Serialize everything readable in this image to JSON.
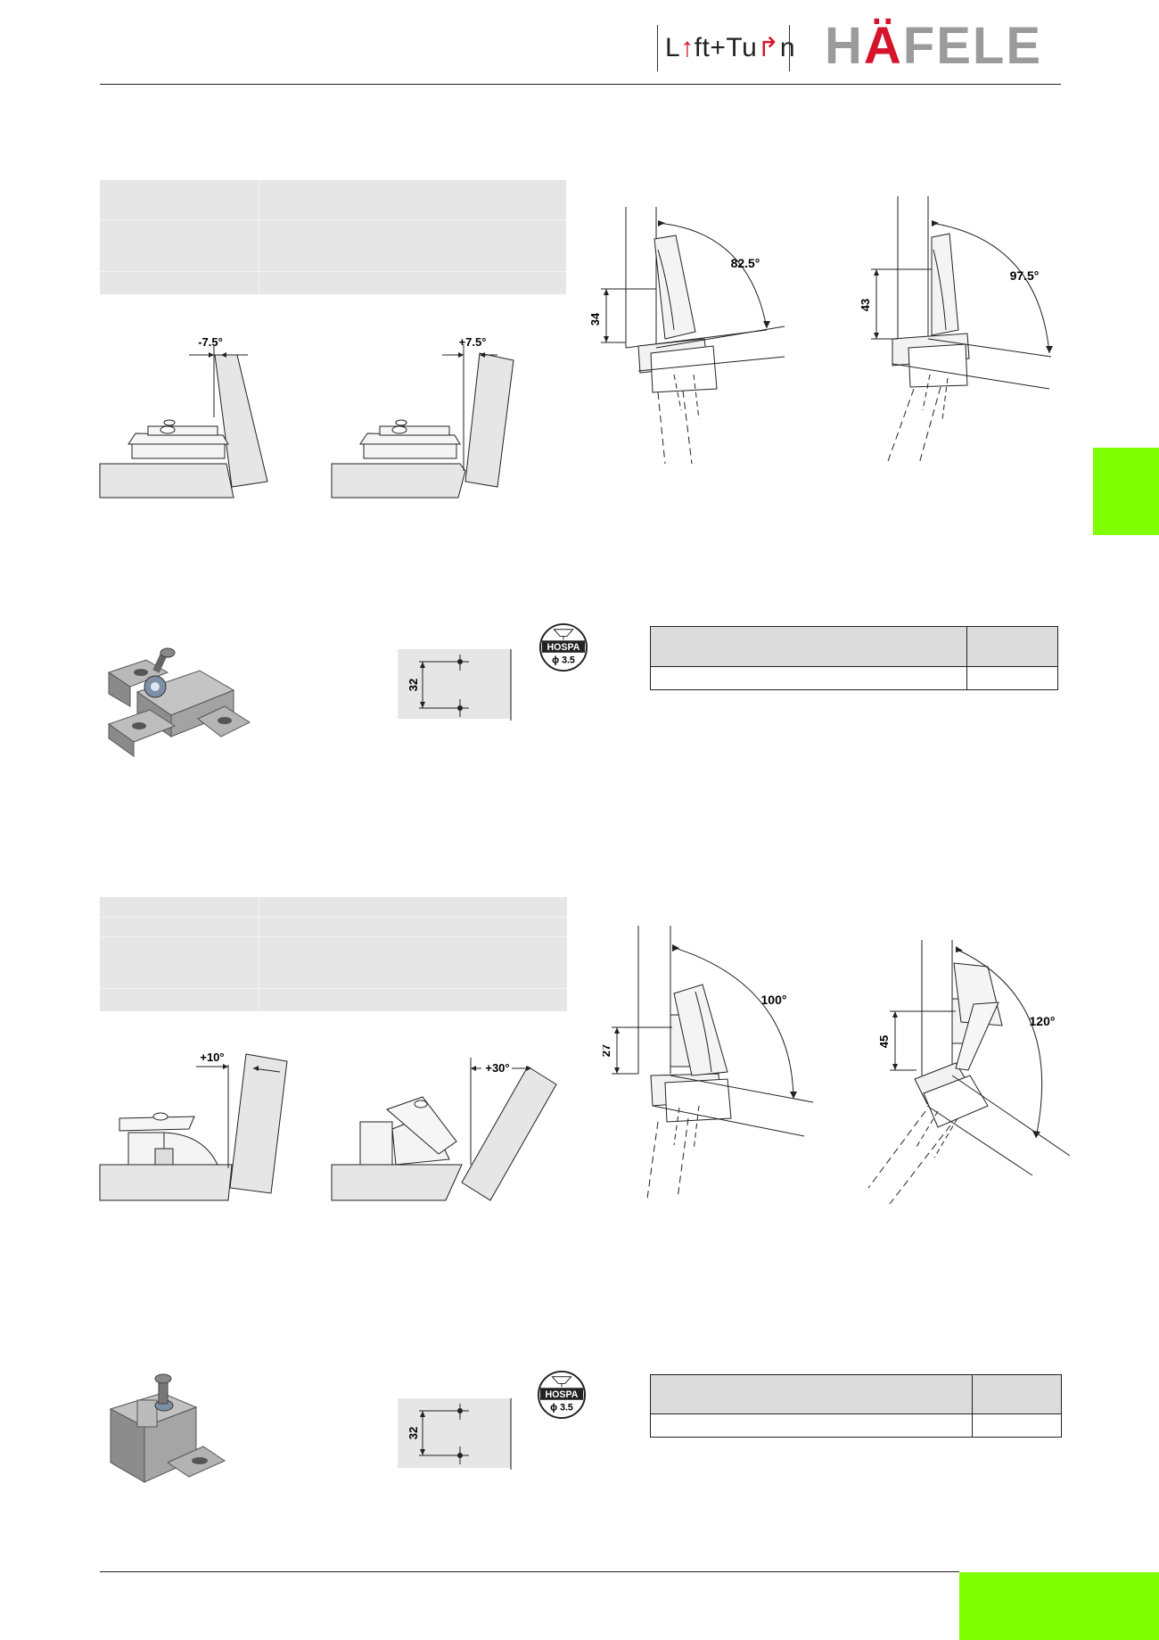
{
  "header": {
    "brand_lift_part1": "L",
    "brand_lift_arrow": "↑",
    "brand_lift_part2": "ft+Tu",
    "brand_turn_arrow": "↱",
    "brand_lift_part3": "n",
    "brand_hafele_h": "H",
    "brand_hafele_a": "Ä",
    "brand_hafele_rest": "FELE"
  },
  "section1": {
    "angle_neg": "-7.5°",
    "angle_pos": "+7.5°",
    "opening_dim_a": "34",
    "opening_angle_a": "82.5°",
    "opening_dim_b": "43",
    "opening_angle_b": "97.5°",
    "drill_spacing": "32",
    "hospa_label": "HOSPA",
    "hospa_size": "ϕ 3.5"
  },
  "section2": {
    "angle_a": "+10°",
    "angle_b": "+30°",
    "opening_dim_a": "27",
    "opening_angle_a": "100°",
    "opening_dim_b": "45",
    "opening_angle_b": "120°",
    "drill_spacing": "32",
    "hospa_label": "HOSPA",
    "hospa_size": "ϕ 3.5"
  },
  "colors": {
    "accent_tab": "#80ff00",
    "brand_red": "#d6132a",
    "brand_grey": "#9b9b9b",
    "panel_grey": "#e6e6e6"
  }
}
